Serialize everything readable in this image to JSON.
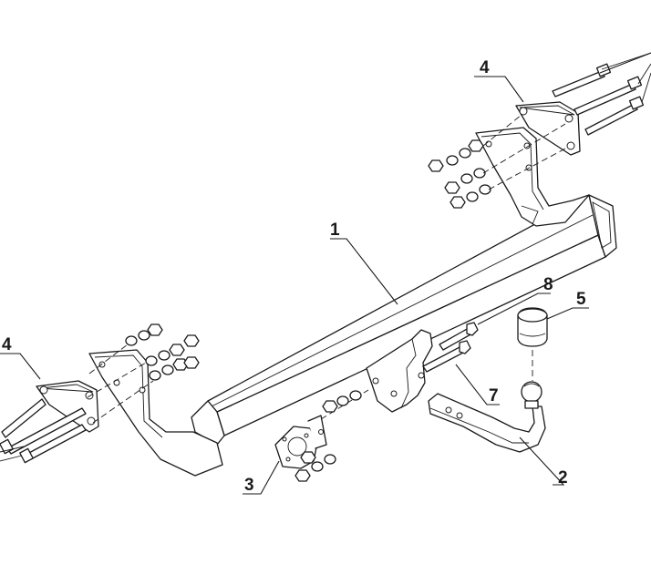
{
  "callouts": {
    "main_bar": "1",
    "ball_neck": "2",
    "socket_plate": "3",
    "bracket_left": "4",
    "bracket_right": "4",
    "ball_cover": "5",
    "bolt_lower": "7",
    "bolt_upper": "8"
  }
}
